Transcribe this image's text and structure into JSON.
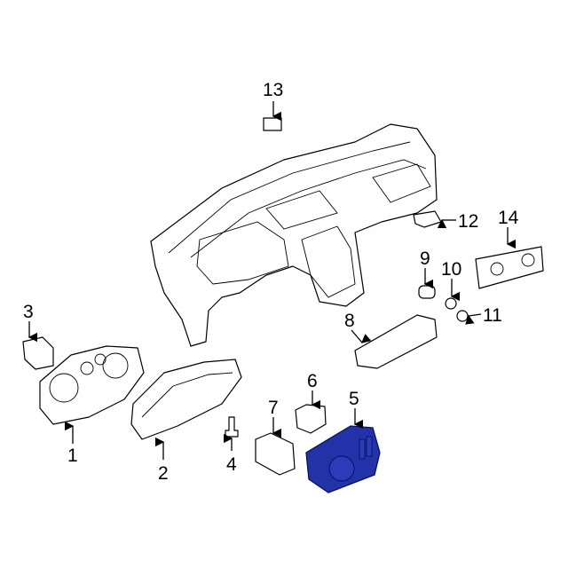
{
  "diagram": {
    "highlight_color": "#2233aa",
    "callouts": [
      "1",
      "2",
      "3",
      "4",
      "5",
      "6",
      "7",
      "8",
      "9",
      "10",
      "11",
      "12",
      "13",
      "14"
    ]
  }
}
